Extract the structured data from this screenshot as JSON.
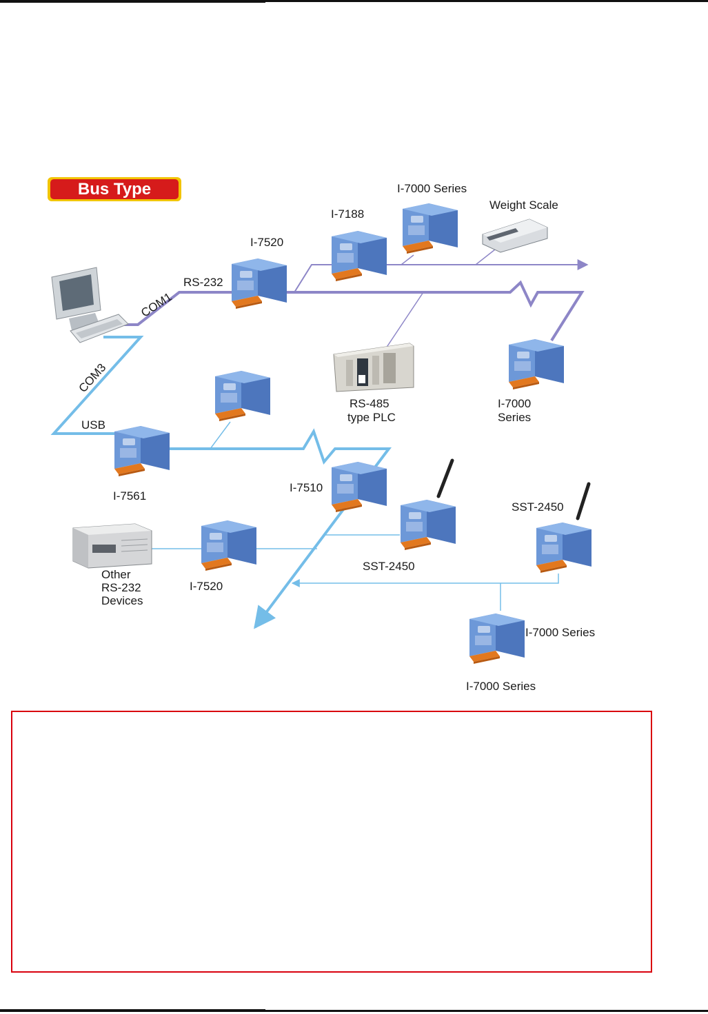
{
  "badge": {
    "label": "Bus Type",
    "fill": "#d61b1b",
    "border": "#f2c400"
  },
  "colors": {
    "rs485": "#8d86c7",
    "bus_blue": "#74bde8",
    "module_blue": "#5a84c8",
    "terminal": "#e2781f",
    "frame_red": "#d9000d"
  },
  "labels": {
    "com1": "COM1",
    "com3": "COM3",
    "rs232": "RS-232",
    "usb": "USB",
    "i7520_top": "I-7520",
    "i7188": "I-7188",
    "i7000_top": "I-7000 Series",
    "weight_scale": "Weight Scale",
    "plc_l1": "RS-485",
    "plc_l2": "type PLC",
    "i7000_right_l1": "I-7000",
    "i7000_right_l2": "Series",
    "i7561": "I-7561",
    "i7510": "I-7510",
    "sst_mid": "SST-2450",
    "sst_right": "SST-2450",
    "other_l1": "Other",
    "other_l2": "RS-232",
    "other_l3": "Devices",
    "i7520_bottom": "I-7520",
    "i7000_br1": "I-7000 Series",
    "i7000_br2": "I-7000 Series"
  },
  "icons": [
    "pc-icon",
    "plc-icon",
    "weight-scale-icon",
    "rs232-device-icon",
    "antenna-icon",
    "module-icon"
  ]
}
